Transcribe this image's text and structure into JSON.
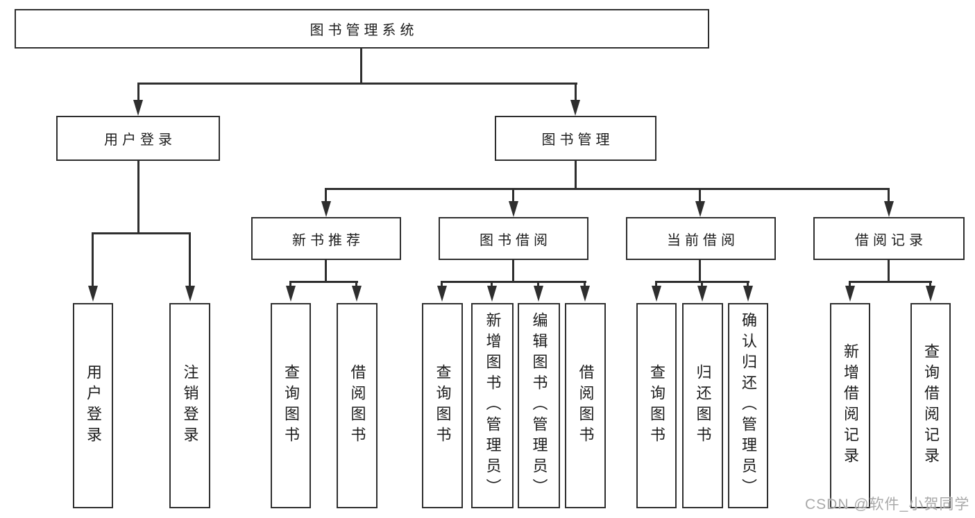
{
  "diagram": {
    "root": {
      "label": "图书管理系统"
    },
    "branches": [
      {
        "label": "用户登录",
        "leaves": [
          {
            "label": "用户登录"
          },
          {
            "label": "注销登录"
          }
        ]
      },
      {
        "label": "图书管理",
        "groups": [
          {
            "label": "新书推荐",
            "leaves": [
              {
                "label": "查询图书"
              },
              {
                "label": "借阅图书"
              }
            ]
          },
          {
            "label": "图书借阅",
            "leaves": [
              {
                "label": "查询图书"
              },
              {
                "label": "新增图书（管理员）"
              },
              {
                "label": "编辑图书（管理员）"
              },
              {
                "label": "借阅图书"
              }
            ]
          },
          {
            "label": "当前借阅",
            "leaves": [
              {
                "label": "查询图书"
              },
              {
                "label": "归还图书"
              },
              {
                "label": "确认归还（管理员）"
              }
            ]
          },
          {
            "label": "借阅记录",
            "leaves": [
              {
                "label": "新增借阅记录"
              },
              {
                "label": "查询借阅记录"
              }
            ]
          }
        ]
      }
    ]
  },
  "watermark": {
    "text": "CSDN @软件_小贺同学"
  },
  "colors": {
    "line": "#2e2e2e",
    "box_border": "#2e2e2e",
    "text": "#1c1c1c",
    "watermark": "#a9a9a9",
    "background": "#ffffff"
  }
}
